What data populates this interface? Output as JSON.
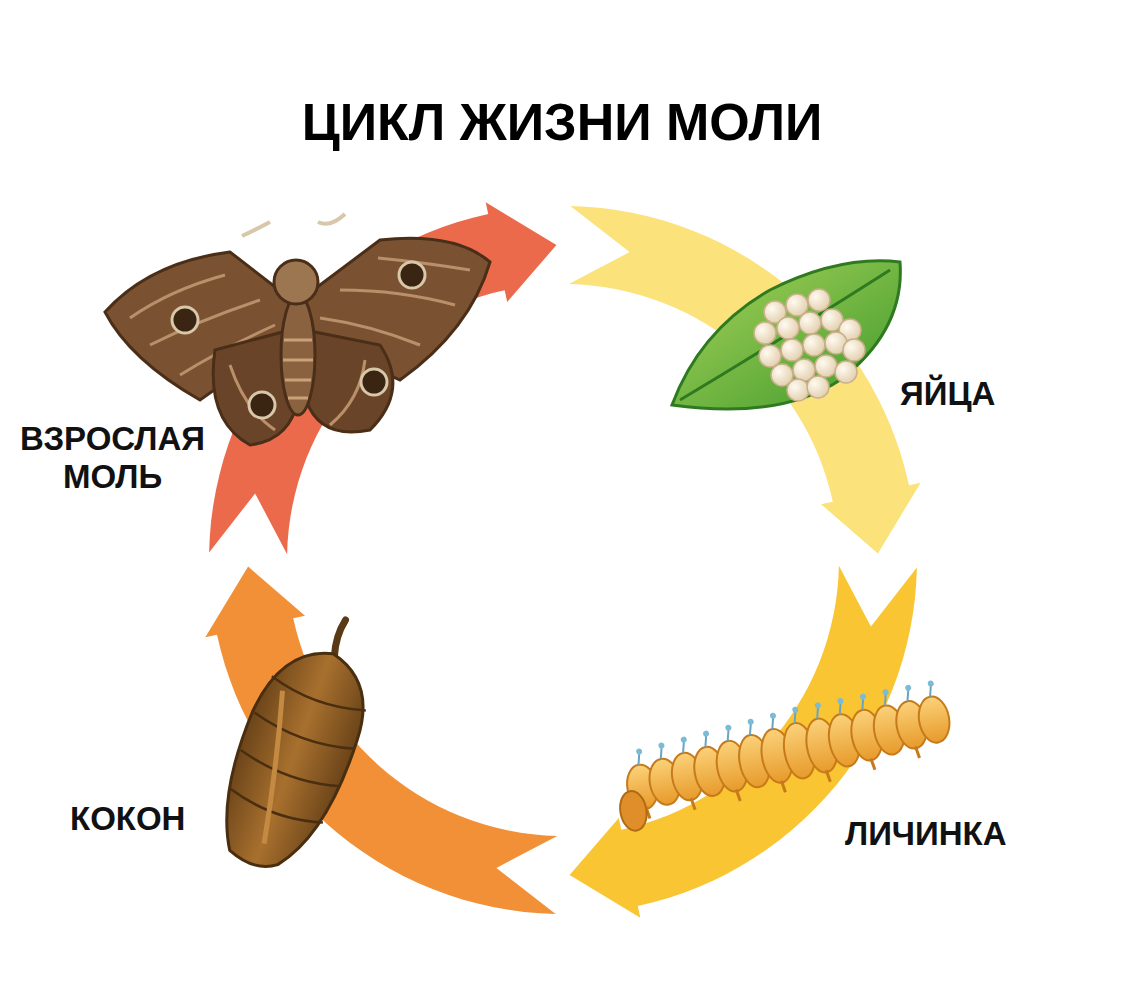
{
  "diagram": {
    "title": "ЦИКЛ ЖИЗНИ МОЛИ",
    "nodes": [
      {
        "text": [
          "ВЗРОСЛАЯ МОЛЬ"
        ]
      },
      {
        "text": [
          "ЯЙЦА"
        ]
      },
      {
        "text": [
          "ЛИЧИНКА"
        ]
      },
      {
        "text": [
          "КОКОН"
        ]
      }
    ],
    "edges": [
      {
        "from": 0,
        "to": 1,
        "arrow": "to"
      },
      {
        "from": 1,
        "to": 2,
        "arrow": "to"
      },
      {
        "from": 2,
        "to": 3,
        "arrow": "to"
      },
      {
        "from": 3,
        "to": 0,
        "arrow": "to"
      }
    ]
  }
}
